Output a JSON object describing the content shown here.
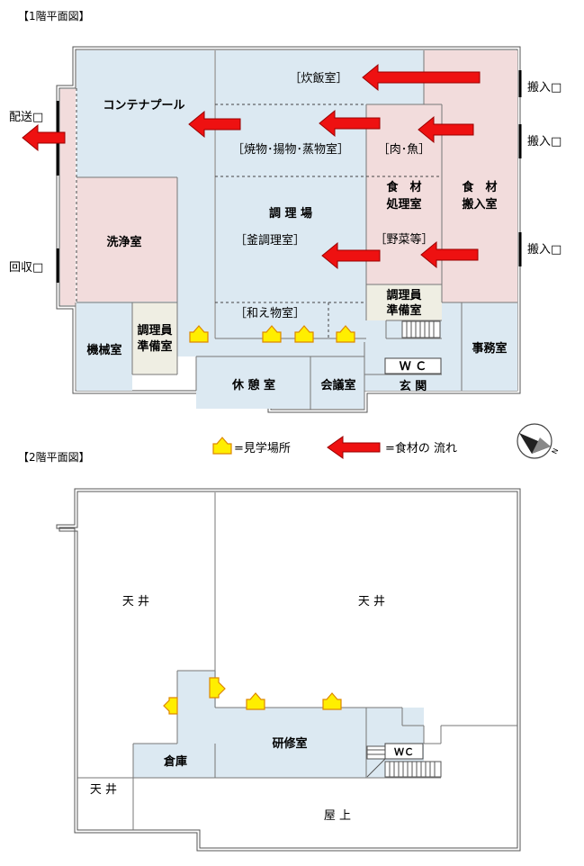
{
  "floor1": {
    "heading": "【1階平面図】",
    "rooms": {
      "container_pool": "コンテナプール",
      "washing": "洗浄室",
      "machine": "機械室",
      "prep_left_1": "調理員",
      "prep_left_2": "準備室",
      "rice": "［炊飯室］",
      "grill": "［焼物･揚物･蒸物室］",
      "cooking": "調 理 場",
      "kettle": "［釜調理室］",
      "dressed": "［和え物室］",
      "meat": "［肉･魚］",
      "processing_1": "食　材",
      "processing_2": "処理室",
      "vegetable": "［野菜等］",
      "delivery_1": "食　材",
      "delivery_2": "搬入室",
      "prep_right_1": "調理員",
      "prep_right_2": "準備室",
      "office": "事務室",
      "lounge": "休 憩 室",
      "meeting": "会議室",
      "wc": "Ｗ Ｃ",
      "entrance": "玄 関"
    },
    "side_labels": {
      "dispatch": "配送□",
      "collect": "回収□",
      "carry_in_1": "搬入□",
      "carry_in_2": "搬入□",
      "carry_in_3": "搬入□"
    }
  },
  "legend": {
    "tour_spot": "=見学場所",
    "food_flow": "=食材の 流れ"
  },
  "floor2": {
    "heading": "【2階平面図】",
    "rooms": {
      "ceiling_left": "天 井",
      "ceiling_right": "天 井",
      "ceiling_bottom": "天 井",
      "training": "研修室",
      "storage": "倉庫",
      "wc": "ＷＣ",
      "rooftop": "屋 上"
    }
  },
  "colors": {
    "room_blue": "#dce9f2",
    "room_pink": "#f2dcdc",
    "room_beige": "#efeee3",
    "arrow_red": "#ee1111",
    "marker_yellow": "#ffee00",
    "marker_outline": "#dd8800",
    "wall": "#666666"
  },
  "icons": [
    "tour-spot-marker-icon",
    "food-flow-arrow-icon",
    "compass-icon"
  ]
}
